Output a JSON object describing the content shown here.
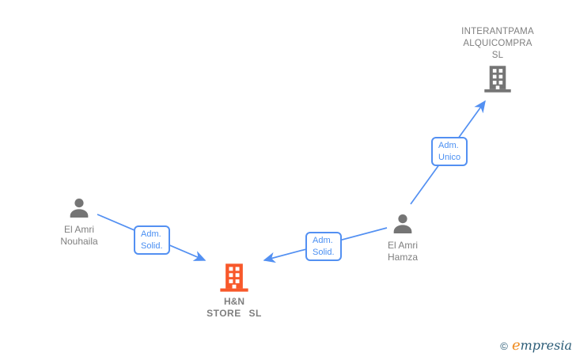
{
  "nodes": {
    "interantpama": {
      "line1": "INTERANTPAMA",
      "line2": "ALQUICOMPRA",
      "line3": "SL"
    },
    "hn_store": {
      "line1": "H&N",
      "line2": "STORE SL"
    },
    "nouhaila": {
      "line1": "El Amri",
      "line2": "Nouhaila"
    },
    "hamza": {
      "line1": "El Amri",
      "line2": "Hamza"
    }
  },
  "edges": {
    "nouhaila_to_hn": {
      "line1": "Adm.",
      "line2": "Solid."
    },
    "hamza_to_hn": {
      "line1": "Adm.",
      "line2": "Solid."
    },
    "hamza_to_interantpama": {
      "line1": "Adm.",
      "line2": "Unico"
    }
  },
  "footer": {
    "copyright_symbol": "©",
    "brand_first_letter": "e",
    "brand_rest": "mpresia"
  },
  "colors": {
    "arrow_blue": "#5390f2",
    "label_text_blue": "#4a8ff2",
    "icon_gray": "#757575",
    "text_gray": "#7f7f7f",
    "company_orange": "#f8582a",
    "brand_navy": "#2b5c77",
    "brand_orange": "#ef8b1f"
  }
}
